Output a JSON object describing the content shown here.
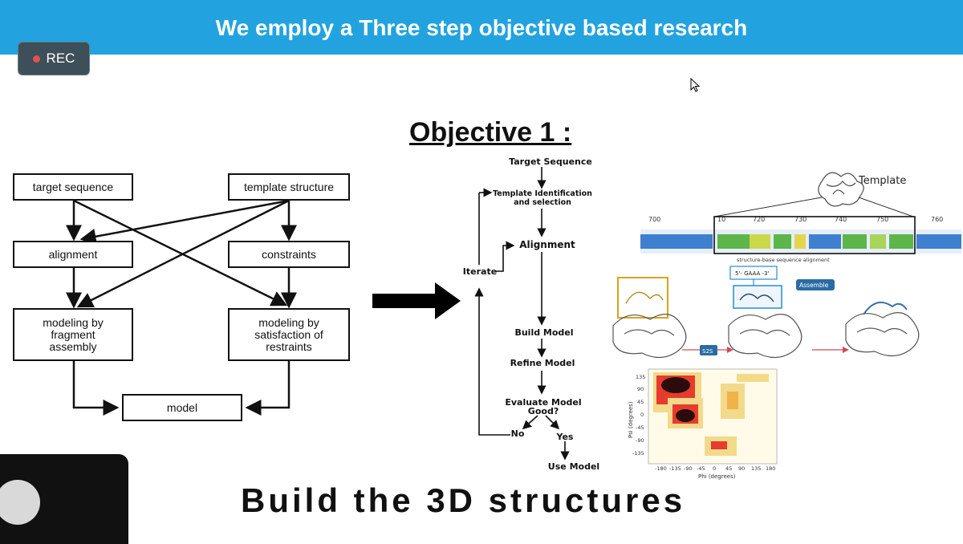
{
  "banner": {
    "title": "We employ a Three step objective based research"
  },
  "recording": {
    "label": "REC",
    "dot_color": "#e0544f"
  },
  "left_flowchart": {
    "target_sequence": "target sequence",
    "template_structure": "template structure",
    "alignment": "alignment",
    "constraints": "constraints",
    "modeling_fragment": "modeling by fragment assembly",
    "modeling_satisfaction": "modeling by satisfaction of restraints",
    "model": "model"
  },
  "objective": {
    "title": "Objective 1 :"
  },
  "workflow": {
    "target_sequence": "Target Sequence",
    "template_identification": "Template Identification and selection",
    "alignment": "Alignment",
    "iterate": "Iterate",
    "build_model": "Build Model",
    "refine_model": "Refine Model",
    "evaluate_model": "Evaluate Model Good?",
    "no": "No",
    "yes": "Yes",
    "use_model": "Use Model"
  },
  "figure": {
    "template_label": "Template",
    "alignment_ticks": [
      "700",
      "10",
      "720",
      "730",
      "740",
      "750",
      "760"
    ],
    "alignment_caption": "structure-base sequence alignment",
    "motif_label": "5'- GAAA -3'",
    "assemble_label": "Assemble",
    "step_label": "S2S",
    "ramachandran": {
      "xlabel": "Phi (degrees)",
      "ylabel": "Psi (degrees)",
      "x_ticks": [
        "-180",
        "-135",
        "-90",
        "-45",
        "0",
        "45",
        "90",
        "135",
        "180"
      ],
      "y_ticks": [
        "135",
        "90",
        "45",
        "0",
        "-45",
        "-90",
        "-135"
      ]
    }
  },
  "footer": {
    "caption": "Build the 3D structures"
  }
}
